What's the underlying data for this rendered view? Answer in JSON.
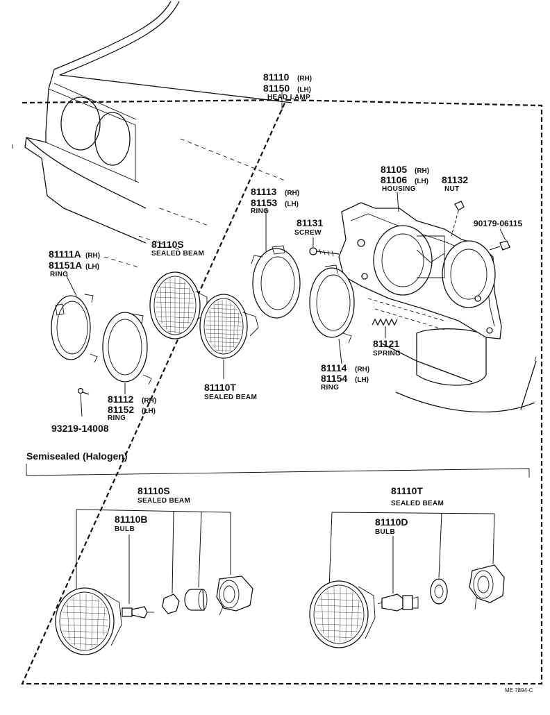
{
  "headlamp": {
    "no_rh": "81110",
    "rh": "(RH)",
    "no_lh": "81150",
    "lh": "(LH)",
    "desc": "HEAD LAMP"
  },
  "housing": {
    "no_rh": "81105",
    "rh": "(RH)",
    "no_lh": "81106",
    "lh": "(LH)",
    "desc": "HOUSING"
  },
  "nut": {
    "no": "81132",
    "desc": "NUT"
  },
  "bolt": {
    "no": "90179-06115"
  },
  "ring_inner": {
    "no_rh": "81113",
    "rh": "(RH)",
    "no_lh": "81153",
    "lh": "(LH)",
    "desc": "RING"
  },
  "screw": {
    "no": "81131",
    "desc": "SCREW"
  },
  "sealed_beam_s": {
    "no": "81110S",
    "desc": "SEALED BEAM"
  },
  "ring_outer": {
    "no_rh": "81111A",
    "rh": "(RH)",
    "no_lh": "81151A",
    "lh": "(LH)",
    "desc": "RING"
  },
  "ring_mid": {
    "no_rh": "81112",
    "rh": "(RH)",
    "no_lh": "81152",
    "lh": "(LH)",
    "desc": "RING"
  },
  "small_screw": {
    "no": "93219-14008"
  },
  "sealed_beam_t": {
    "no": "81110T",
    "desc": "SEALED BEAM"
  },
  "spring": {
    "no": "81121",
    "desc": "SPRING"
  },
  "ring_adjust": {
    "no_rh": "81114",
    "rh": "(RH)",
    "no_lh": "81154",
    "lh": "(LH)",
    "desc": "RING"
  },
  "semisealed": {
    "title": "Semisealed (Halogen)",
    "left": {
      "beam_no": "81110S",
      "beam_desc": "SEALED BEAM",
      "bulb_no": "81110B",
      "bulb_desc": "BULB"
    },
    "right": {
      "beam_no": "81110T",
      "beam_desc": "SEALED BEAM",
      "bulb_no": "81110D",
      "bulb_desc": "BULB"
    }
  },
  "ref_code": "ME 7894-C"
}
